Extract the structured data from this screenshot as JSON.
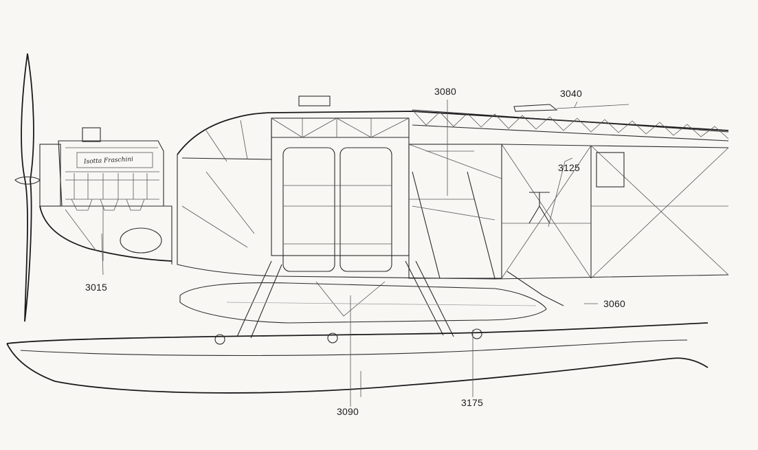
{
  "drawing": {
    "callouts": [
      {
        "id": "c3080",
        "text": "3080"
      },
      {
        "id": "c3040",
        "text": "3040"
      },
      {
        "id": "c3125",
        "text": "3125"
      },
      {
        "id": "c3015",
        "text": "3015"
      },
      {
        "id": "c3060",
        "text": "3060"
      },
      {
        "id": "c3090",
        "text": "3090"
      },
      {
        "id": "c3175",
        "text": "3175"
      }
    ],
    "engine_inscription": "Isotta Fraschini"
  }
}
